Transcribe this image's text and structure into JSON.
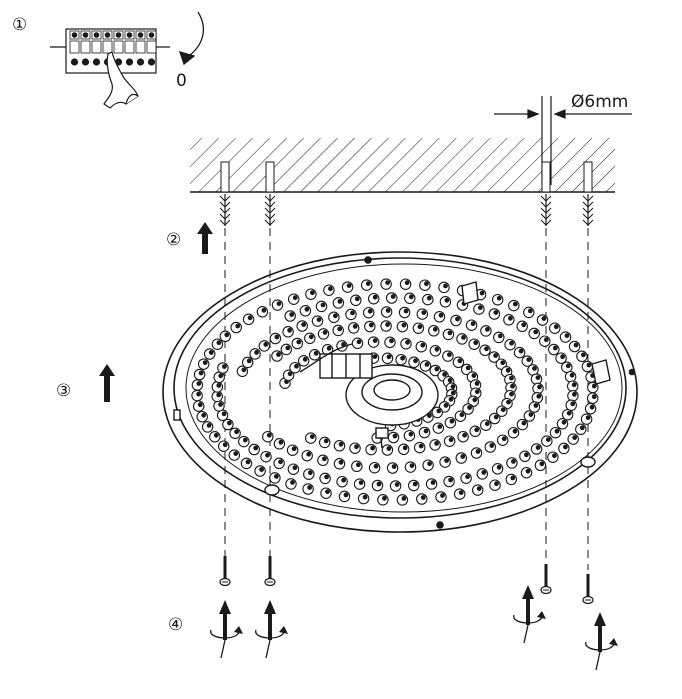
{
  "steps": {
    "step1": "①",
    "step2": "②",
    "step3": "③",
    "step4": "④"
  },
  "switch_off_label": "0",
  "drill_diameter": "Ø6mm",
  "icons": {
    "terminal": "terminal-block-icon",
    "hand": "hand-icon",
    "rotate": "rotate-arrow-icon",
    "up": "up-arrow-icon"
  },
  "colors": {
    "ink": "#1a1a1a",
    "background": "#ffffff"
  }
}
